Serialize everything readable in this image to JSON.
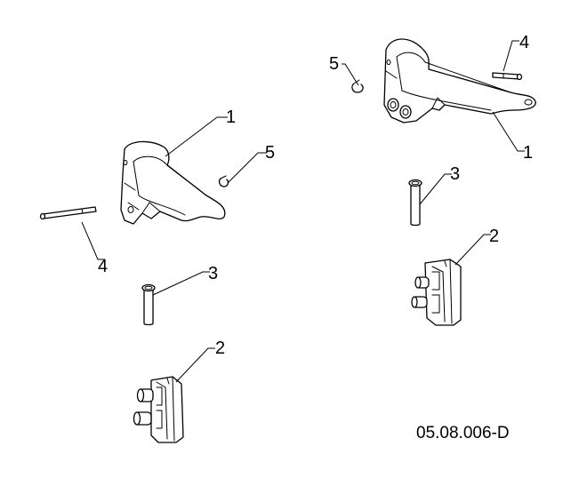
{
  "callouts": {
    "left_handle": "1",
    "left_bracket": "2",
    "left_pin": "3",
    "left_rod": "4",
    "left_clip": "5",
    "right_handle": "1",
    "right_bracket": "2",
    "right_pin": "3",
    "right_rod": "4",
    "right_clip": "5"
  },
  "drawing_ref": "05.08.006-D"
}
